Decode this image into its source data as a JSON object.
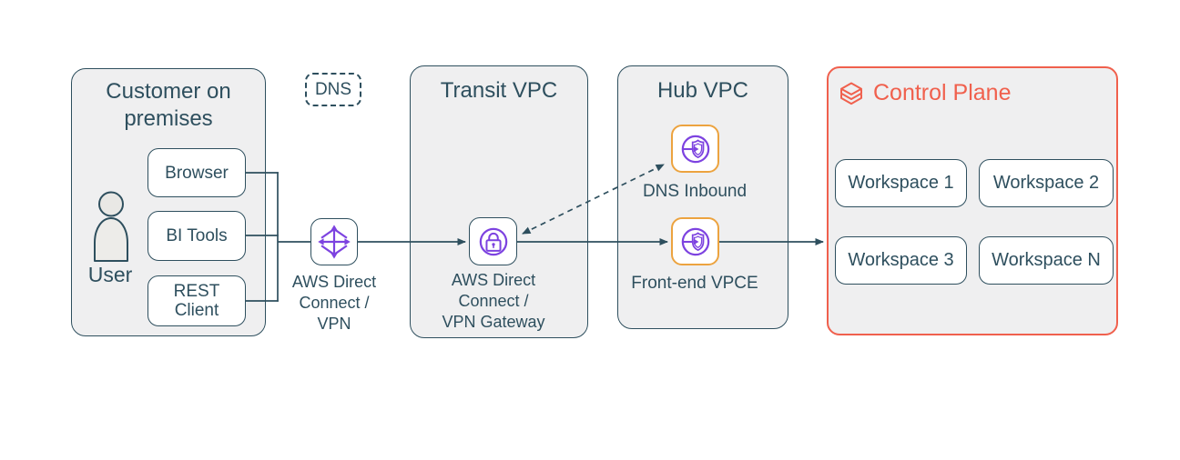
{
  "colors": {
    "teal": "#2e4f5e",
    "purple": "#7d43e0",
    "amber": "#eca33f",
    "databricks_orange": "#f0604d",
    "panel_fill": "#efeff0"
  },
  "diagram": {
    "customer": {
      "title": "Customer on premises",
      "user_label": "User",
      "items": [
        "Browser",
        "BI Tools",
        "REST\nClient"
      ]
    },
    "dns_tag": "DNS",
    "direct_connect": {
      "label": "AWS Direct\nConnect /\nVPN"
    },
    "transit_vpc": {
      "title": "Transit VPC",
      "gateway_label": "AWS Direct\nConnect /\nVPN Gateway"
    },
    "hub_vpc": {
      "title": "Hub VPC",
      "dns_inbound_label": "DNS Inbound",
      "vpce_label": "Front-end VPCE"
    },
    "control_plane": {
      "title": "Control Plane",
      "workspaces": [
        "Workspace 1",
        "Workspace 2",
        "Workspace 3",
        "Workspace N"
      ]
    }
  }
}
